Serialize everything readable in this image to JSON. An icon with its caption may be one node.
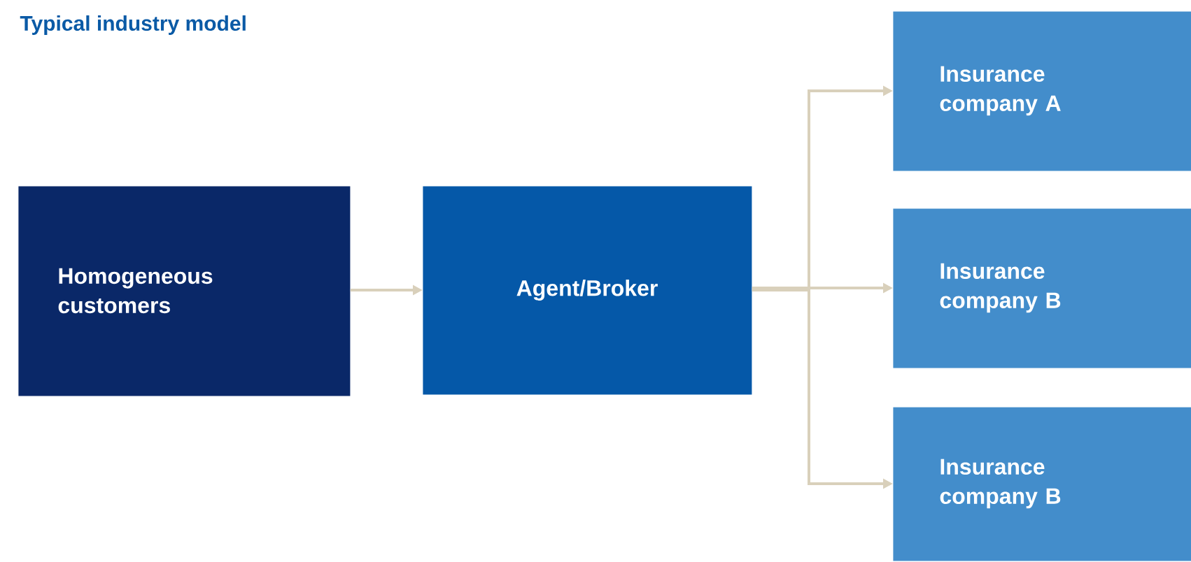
{
  "diagram": {
    "title": "Typical industry model",
    "nodes": [
      {
        "text": [
          "Homogeneous customers"
        ]
      },
      {
        "text": [
          "Agent/Broker"
        ]
      },
      {
        "text": [
          "Insurance company A"
        ]
      },
      {
        "text": [
          "Insurance company B"
        ]
      },
      {
        "text": [
          "Insurance company B"
        ]
      }
    ],
    "edges": [
      {
        "from": 0,
        "to": 1,
        "arrow": "to"
      },
      {
        "from": 1,
        "to": 2,
        "arrow": "to"
      },
      {
        "from": 1,
        "to": 3,
        "arrow": "to"
      },
      {
        "from": 1,
        "to": 4,
        "arrow": "to"
      }
    ]
  }
}
